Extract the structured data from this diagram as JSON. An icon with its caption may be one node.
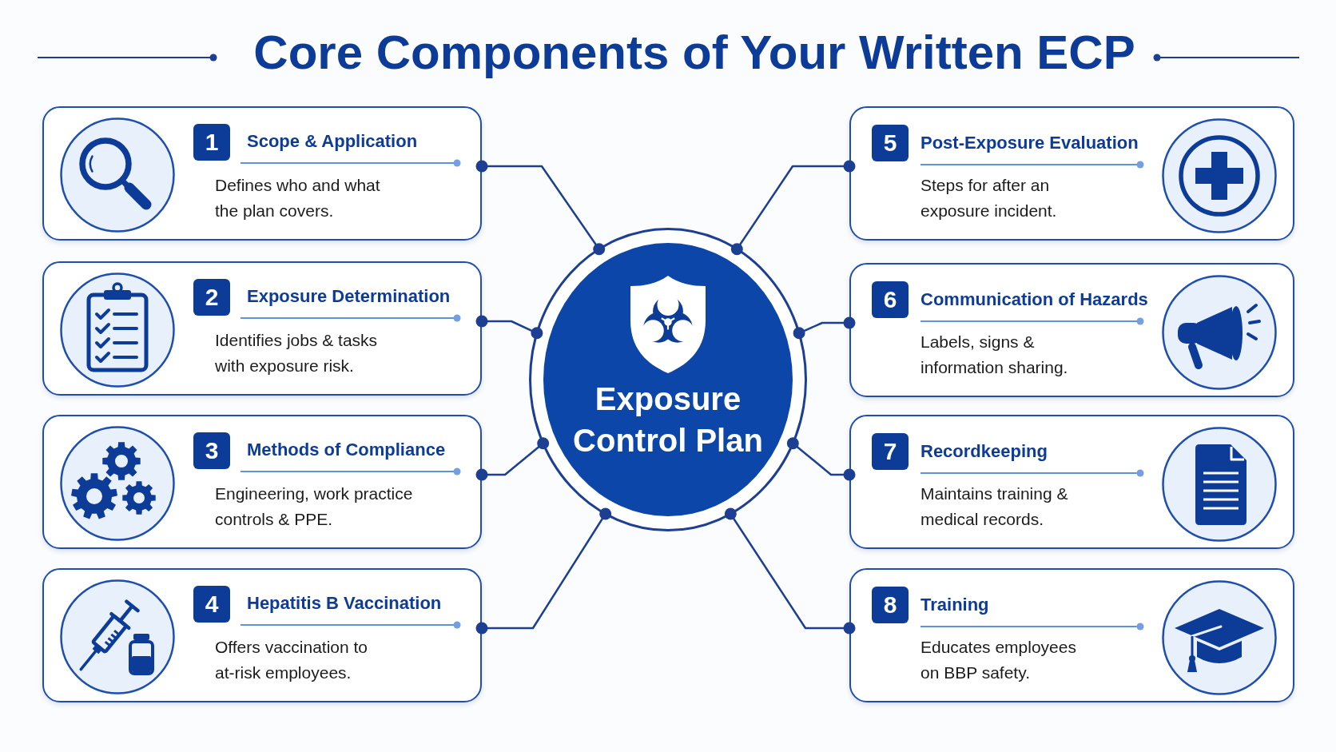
{
  "diagram": {
    "title": "Core Components of Your Written ECP",
    "nodes": [
      {
        "text": [
          "Exposure Control Plan"
        ]
      },
      {
        "text": [
          "1",
          "Scope & Application",
          "Defines who and what the plan covers."
        ]
      },
      {
        "text": [
          "2",
          "Exposure Determination",
          "Identifies jobs & tasks with exposure risk."
        ]
      },
      {
        "text": [
          "3",
          "Methods of Compliance",
          "Engineering, work practice controls & PPE."
        ]
      },
      {
        "text": [
          "4",
          "Hepatitis B Vaccination",
          "Offers vaccination to at-risk employees."
        ]
      },
      {
        "text": [
          "5",
          "Post-Exposure Evaluation",
          "Steps for after an exposure incident."
        ]
      },
      {
        "text": [
          "6",
          "Communication of Hazards",
          "Labels, signs & information sharing."
        ]
      },
      {
        "text": [
          "7",
          "Recordkeeping",
          "Maintains training & medical records."
        ]
      },
      {
        "text": [
          "8",
          "Training",
          "Educates employees on BBP safety."
        ]
      }
    ],
    "edges": [
      {
        "from": 0,
        "to": 1,
        "arrow": "other"
      },
      {
        "from": 0,
        "to": 2,
        "arrow": "other"
      },
      {
        "from": 0,
        "to": 3,
        "arrow": "other"
      },
      {
        "from": 0,
        "to": 4,
        "arrow": "other"
      },
      {
        "from": 0,
        "to": 5,
        "arrow": "other"
      },
      {
        "from": 0,
        "to": 6,
        "arrow": "other"
      },
      {
        "from": 0,
        "to": 7,
        "arrow": "other"
      },
      {
        "from": 0,
        "to": 8,
        "arrow": "other"
      }
    ]
  }
}
